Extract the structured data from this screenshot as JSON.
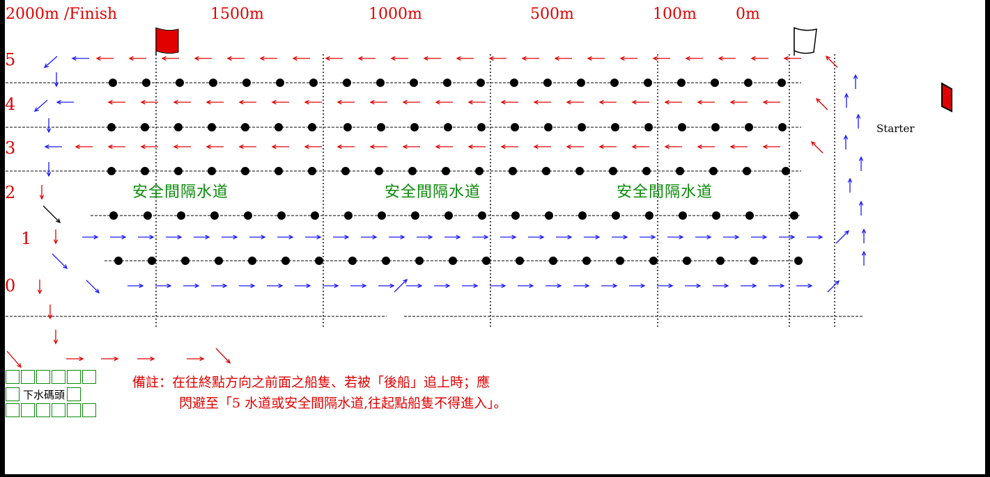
{
  "distance_markers": [
    "2000m /Finish",
    "1500m",
    "1000m",
    "500m",
    "100m",
    "0m"
  ],
  "lanes": [
    "5",
    "4",
    "3",
    "2",
    "1",
    "0"
  ],
  "zone_label": "安全間隔水道",
  "starter_label": "Starter",
  "dock_label": "下水碼頭",
  "note_line1": "備註：在往終點方向之前面之船隻、若被「後船」追上時；應",
  "note_line2": "閃避至「5 水道或安全間隔水道,往起點船隻不得進入」。",
  "colors": {
    "red": "#e00000",
    "blue": "#1a1aff",
    "green": "#0a8a0a",
    "black": "#000000"
  }
}
